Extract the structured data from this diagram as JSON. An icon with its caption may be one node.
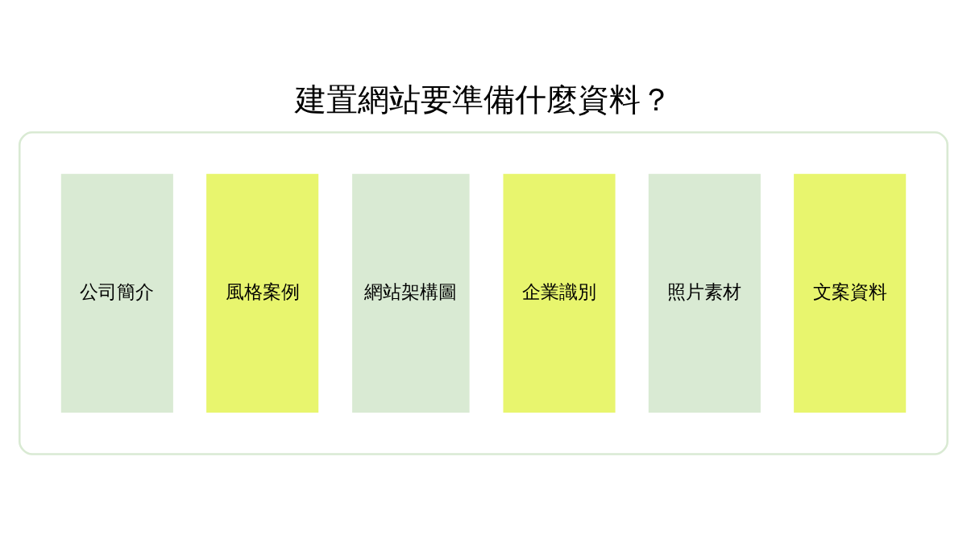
{
  "diagram": {
    "title": "建置網站要準備什麼資料？",
    "nodes": [
      {
        "text": [],
        "shape": "box"
      },
      {
        "text": [
          "公司簡介"
        ],
        "in": 0
      },
      {
        "text": [
          "風格案例"
        ],
        "in": 0
      },
      {
        "text": [
          "網站架構圖"
        ],
        "in": 0
      },
      {
        "text": [
          "企業識別"
        ],
        "in": 0
      },
      {
        "text": [
          "照片素材"
        ],
        "in": 0
      },
      {
        "text": [
          "文案資料"
        ],
        "in": 0
      }
    ]
  }
}
